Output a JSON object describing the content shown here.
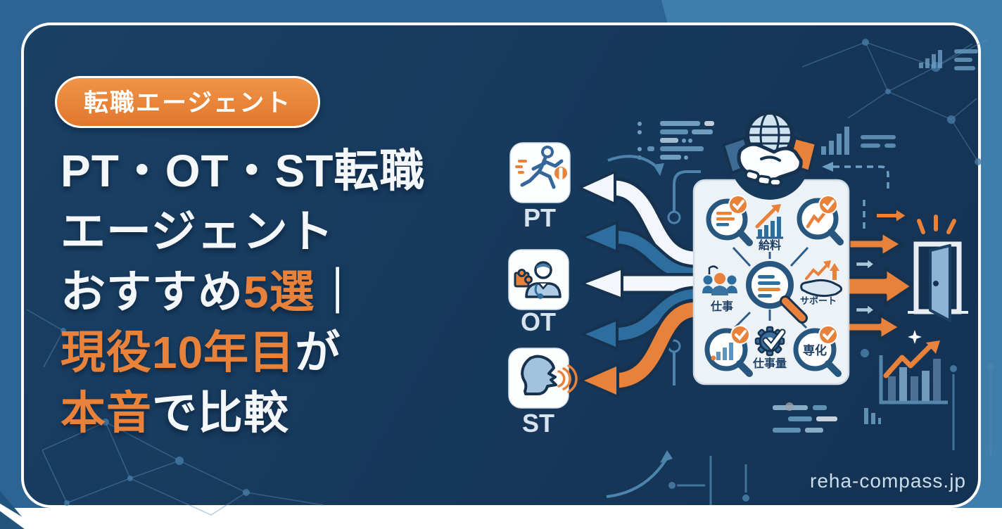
{
  "badge": {
    "label": "転職エージェント"
  },
  "title": {
    "line1": "PT・OT・ST転職",
    "line2": "エージェント",
    "line3_white": "おすすめ",
    "line3_orange": "5選",
    "line3_divider": "｜",
    "line4_orange": "現役10年目",
    "line4_white": "が",
    "line5_orange": "本音",
    "line5_white": "で比較"
  },
  "professions": [
    {
      "code": "PT",
      "icon": "running-person-icon"
    },
    {
      "code": "OT",
      "icon": "therapist-puzzle-icon"
    },
    {
      "code": "ST",
      "icon": "speech-head-icon"
    }
  ],
  "clipboard": {
    "icon": "handshake-globe-icon",
    "criteria": {
      "salary": "給料",
      "work": "仕事",
      "support": "サポート",
      "workload": "仕事量",
      "specialty": "専化"
    }
  },
  "footer": {
    "site": "reha-compass.jp"
  },
  "icons": [
    "handshake-globe-icon",
    "running-person-icon",
    "therapist-puzzle-icon",
    "speech-head-icon",
    "magnifier-document-icon",
    "salary-bar-chart-icon",
    "magnifier-trend-icon",
    "team-icon",
    "magnifier-center-icon",
    "support-hand-icon",
    "magnifier-bars-icon",
    "gear-check-icon",
    "magnifier-specialty-icon",
    "open-door-icon",
    "growth-chart-icon",
    "check-badge-icon",
    "sparkle-icon",
    "network-pattern"
  ],
  "colors": {
    "panel_navy": "#17395c",
    "outer_blue": "#2d6493",
    "accent_orange": "#e8813a",
    "light_blue": "#9dc4dd",
    "clipboard_bg": "#edf2f7",
    "white": "#ffffff"
  }
}
